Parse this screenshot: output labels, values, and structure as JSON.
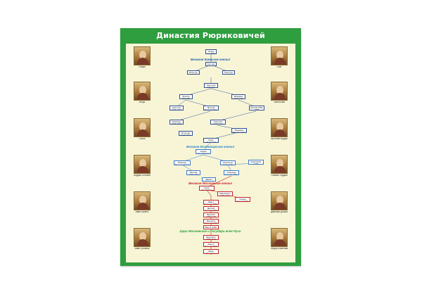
{
  "title": "Династия Рюриковичей",
  "sections": {
    "kiev": "Великие Киевские князья",
    "vladimir": "Великие Владимирские князья",
    "moscow": "Великие Московские князья",
    "tsars": "Цари Московские и Государи всея Руси"
  },
  "portraits": {
    "left": [
      "Рюрик",
      "Игорь",
      "Ольга",
      "Андрей Боголюбский",
      "Иван Калита",
      "Иван Грозный"
    ],
    "right": [
      "Олег",
      "Святослав",
      "Ярослав Мудрый",
      "Семион Гордый",
      "Дмитрий Донской",
      "Фёдор Иоаннович"
    ]
  },
  "nodes": {
    "kiev": [
      "Рюрик (ум. 879)",
      "Олег (ум. 912)",
      "Игорь (ум. 945)",
      "Ольга (ум. 969)",
      "Святослав (945-972)",
      "Ярополк (972-978)",
      "Владимир (980-1015)",
      "Святополк (1015-1019)",
      "Ярослав Мудрый (1019-1054)",
      "Изяслав (1054-1078)",
      "Всеволод (1078-1093)",
      "Святополк (1093-1113)",
      "Владимир Мономах (1113-1125)",
      "Мстислав (1125-1132)",
      "Юрий Долгорукий (1149-1157)"
    ],
    "vladimir": [
      "Андрей Боголюбский (1157-1174)",
      "Всеволод Большое Гнездо (1176-1212)",
      "Константин (1216-1218)",
      "Юрий (1218-1238)",
      "Ярослав (1238-1246)",
      "Александр Невский (1252-1263)",
      "Даниил (1263-1303)"
    ],
    "moscow": [
      "Юрий Даниилович (1303-1325)",
      "Иван Калита (1325-1340)",
      "Семион Гордый (1340-1353)",
      "Иван II Красный (1353-1359)",
      "Дмитрий Донской (1359-1389)",
      "Василий I (1389-1425)",
      "Василий II Тёмный (1425-1462)",
      "Иван III (1462-1505)",
      "Василий III (1505-1533)"
    ],
    "tsars": [
      "Иван IV Грозный (1533-1584)",
      "Фёдор Иоаннович (1584-1598)"
    ]
  },
  "colors": {
    "frame": "#2f9e3f",
    "panel": "#f7f5d6",
    "kiev_heading": "#1f5fae",
    "vladimir_heading": "#2a86c9",
    "moscow_heading": "#c8202a",
    "tsars_heading": "#2b9a3a"
  }
}
